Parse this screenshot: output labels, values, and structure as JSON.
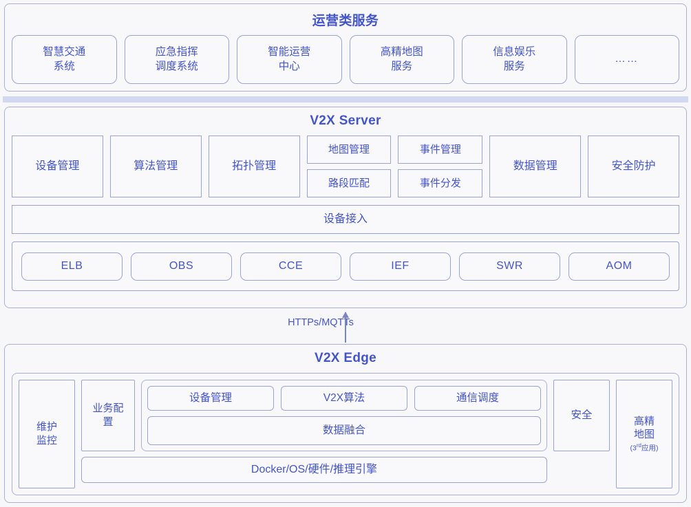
{
  "theme": {
    "text_color": "#4355c8",
    "border_color": "#9aa4d4",
    "panel_border": "#a8b0d8",
    "divider_color": "#d2d8f0",
    "background": "#f7f7fa",
    "box_fill": "#f9f9fc"
  },
  "operations": {
    "title": "运营类服务",
    "items": [
      {
        "label": "智慧交通\n系统"
      },
      {
        "label": "应急指挥\n调度系统"
      },
      {
        "label": "智能运营\n中心"
      },
      {
        "label": "高精地图\n服务"
      },
      {
        "label": "信息娱乐\n服务"
      },
      {
        "label": "……"
      }
    ]
  },
  "server": {
    "title": "V2X Server",
    "modules": [
      {
        "label": "设备管理"
      },
      {
        "label": "算法管理"
      },
      {
        "label": "拓扑管理"
      }
    ],
    "stacks": [
      {
        "items": [
          {
            "label": "地图管理"
          },
          {
            "label": "路段匹配"
          }
        ]
      },
      {
        "items": [
          {
            "label": "事件管理"
          },
          {
            "label": "事件分发"
          }
        ]
      }
    ],
    "modules_tail": [
      {
        "label": "数据管理"
      },
      {
        "label": "安全防护"
      }
    ],
    "access": {
      "label": "设备接入"
    },
    "cloud_services": [
      {
        "label": "ELB"
      },
      {
        "label": "OBS"
      },
      {
        "label": "CCE"
      },
      {
        "label": "IEF"
      },
      {
        "label": "SWR"
      },
      {
        "label": "AOM"
      }
    ]
  },
  "connector": {
    "protocol_label": "HTTPs/MQTTs",
    "direction": "up"
  },
  "edge": {
    "title": "V2X Edge",
    "maintenance": {
      "label": "维护\n监控"
    },
    "config": {
      "label": "业务配\n置"
    },
    "functions": [
      {
        "label": "设备管理"
      },
      {
        "label": "V2X算法"
      },
      {
        "label": "通信调度"
      }
    ],
    "fusion": {
      "label": "数据融合"
    },
    "base": {
      "label": "Docker/OS/硬件/推理引擎"
    },
    "security": {
      "label": "安全"
    },
    "hd_map": {
      "label": "高精\n地图",
      "note_prefix": "(3",
      "note_sup": "rd",
      "note_suffix": "应用)"
    }
  }
}
